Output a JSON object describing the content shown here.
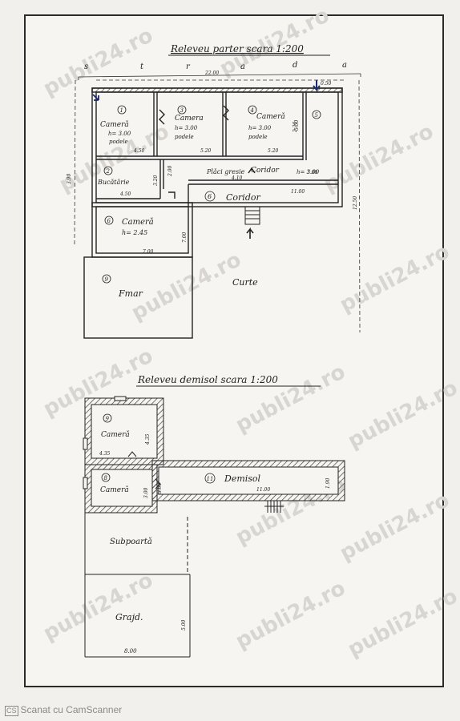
{
  "titles": {
    "ground_floor": "Releveu parter scara 1:200",
    "basement": "Releveu demisol scara 1:200"
  },
  "street": {
    "letters": [
      "s",
      "t",
      "r",
      "a",
      "d",
      "a"
    ],
    "length": "22.00"
  },
  "ground_floor": {
    "rooms": [
      {
        "num": "1",
        "name": "Camerǎ",
        "h": "h= 3.00",
        "floor": "podele"
      },
      {
        "num": "3",
        "name": "Camera",
        "h": "h= 3.00",
        "floor": "podele"
      },
      {
        "num": "4",
        "name": "Camerǎ",
        "h": "h= 3.00",
        "floor": "podele"
      },
      {
        "num": "5",
        "name": ""
      },
      {
        "num": "2",
        "name": "Bucǎtǎrie"
      },
      {
        "num": "6",
        "name": "Camerǎ",
        "h": "h= 2.45"
      },
      {
        "num": "9",
        "name": "Fmar"
      }
    ],
    "dims": [
      "4.50",
      "5.20",
      "5.20",
      "3.00",
      "4.10",
      "2.00",
      "3.20",
      "4.50",
      "11.00",
      "7.00",
      "7.00",
      "2.20",
      "5.50",
      "3.90",
      "12.50",
      "0.50"
    ],
    "corridor_label": "Coridor",
    "corridor_num": "6",
    "corridor_height": "h= 3.00",
    "tiles_label": "Plǎci gresie",
    "courtyard": "Curte"
  },
  "basement": {
    "rooms": [
      {
        "num": "9",
        "name": "Camerǎ"
      },
      {
        "num": "8",
        "name": "Camerǎ"
      },
      {
        "num": "11",
        "name": "Demisol"
      }
    ],
    "dims": [
      "4.35",
      "4.35",
      "3.00",
      "3.00",
      "11.00",
      "1.90",
      "8.00",
      "5.00"
    ],
    "subpoarta": "Subpoartǎ",
    "grajd": "Grajd."
  },
  "watermark": "publi24.ro",
  "footer": "Scanat cu CamScanner",
  "footer_badge": "CS"
}
